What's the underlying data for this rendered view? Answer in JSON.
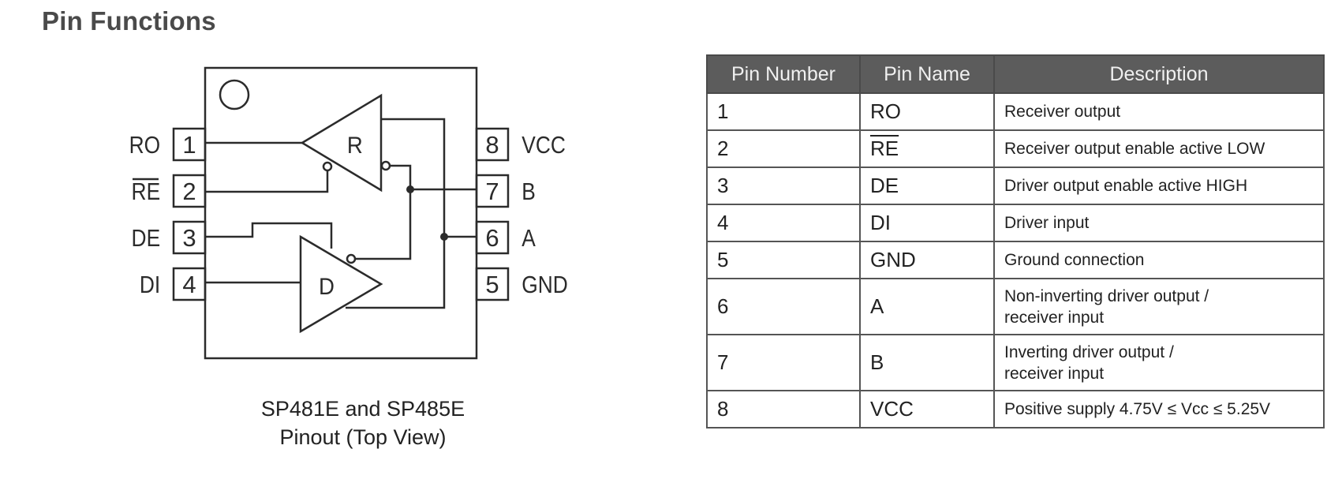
{
  "page": {
    "title": "Pin Functions"
  },
  "diagram": {
    "caption_line1": "SP481E and SP485E",
    "caption_line2": "Pinout (Top View)",
    "receiver_label": "R",
    "driver_label": "D",
    "left_pins": [
      {
        "number": "1",
        "name": "RO",
        "overline": false
      },
      {
        "number": "2",
        "name": "RE",
        "overline": true
      },
      {
        "number": "3",
        "name": "DE",
        "overline": false
      },
      {
        "number": "4",
        "name": "DI",
        "overline": false
      }
    ],
    "right_pins": [
      {
        "number": "8",
        "name": "VCC",
        "overline": false
      },
      {
        "number": "7",
        "name": "B",
        "overline": false
      },
      {
        "number": "6",
        "name": "A",
        "overline": false
      },
      {
        "number": "5",
        "name": "GND",
        "overline": false
      }
    ]
  },
  "table": {
    "headers": [
      "Pin Number",
      "Pin Name",
      "Description"
    ],
    "rows": [
      {
        "number": "1",
        "name": "RO",
        "overline": false,
        "desc1": "Receiver output",
        "desc2": ""
      },
      {
        "number": "2",
        "name": "RE",
        "overline": true,
        "desc1": "Receiver output enable active LOW",
        "desc2": ""
      },
      {
        "number": "3",
        "name": "DE",
        "overline": false,
        "desc1": "Driver output enable active HIGH",
        "desc2": ""
      },
      {
        "number": "4",
        "name": "DI",
        "overline": false,
        "desc1": "Driver input",
        "desc2": ""
      },
      {
        "number": "5",
        "name": "GND",
        "overline": false,
        "desc1": "Ground connection",
        "desc2": ""
      },
      {
        "number": "6",
        "name": "A",
        "overline": false,
        "desc1": "Non-inverting driver output /",
        "desc2": "receiver input"
      },
      {
        "number": "7",
        "name": "B",
        "overline": false,
        "desc1": "Inverting driver output /",
        "desc2": "receiver input"
      },
      {
        "number": "8",
        "name": "VCC",
        "overline": false,
        "desc1": "Positive supply 4.75V ≤ Vcc ≤ 5.25V",
        "desc2": ""
      }
    ]
  }
}
